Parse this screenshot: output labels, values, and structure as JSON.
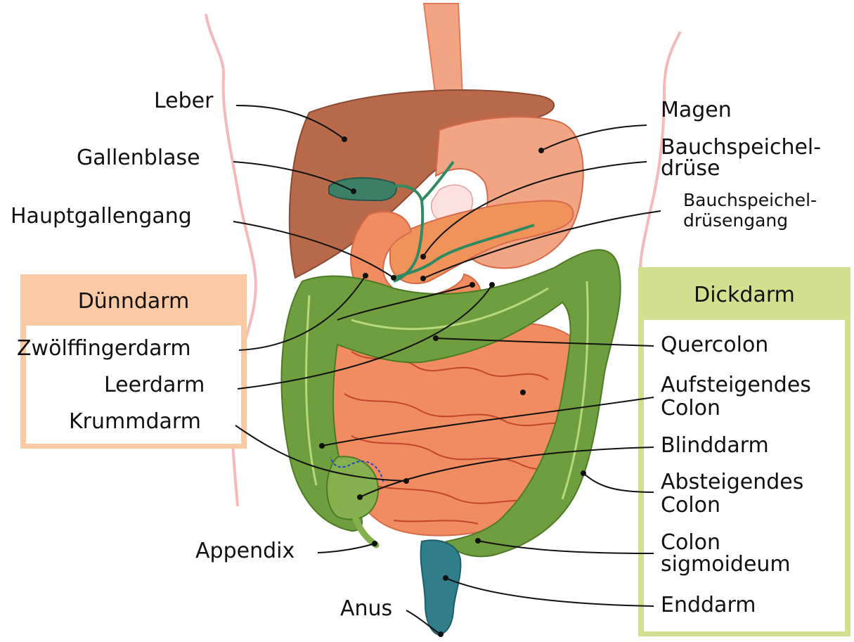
{
  "groups": {
    "small_intestine": "Dünndarm",
    "large_intestine": "Dickdarm"
  },
  "labels": {
    "liver": "Leber",
    "gallbladder": "Gallenblase",
    "common_bile_duct": "Hauptgallengang",
    "duodenum": "Zwölffingerdarm",
    "jejunum": "Leerdarm",
    "ileum": "Krummdarm",
    "appendix": "Appendix",
    "anus": "Anus",
    "stomach": "Magen",
    "pancreas_1": "Bauchspeichel-",
    "pancreas_2": "drüse",
    "pancreatic_duct_1": "Bauchspeichel-",
    "pancreatic_duct_2": "drüsengang",
    "transverse_colon": "Quercolon",
    "ascending_colon_1": "Aufsteigendes",
    "ascending_colon_2": "Colon",
    "cecum": "Blinddarm",
    "descending_colon_1": "Absteigendes",
    "descending_colon_2": "Colon",
    "sigmoid_colon_1": "Colon",
    "sigmoid_colon_2": "sigmoideum",
    "rectum": "Enddarm"
  },
  "colors": {
    "small_intestine_box": "#fbc9a3",
    "large_intestine_box": "#d1df8e",
    "liver": "#b7694a",
    "stomach": "#f2a584",
    "pancreas": "#f0935a",
    "small_intestine": "#f08c60",
    "colon": "#6f9e3e",
    "gallbladder": "#3b8066",
    "bile_duct": "#2f8a63",
    "rectum": "#1f6a8f",
    "body_outline": "#f4b9b9"
  }
}
